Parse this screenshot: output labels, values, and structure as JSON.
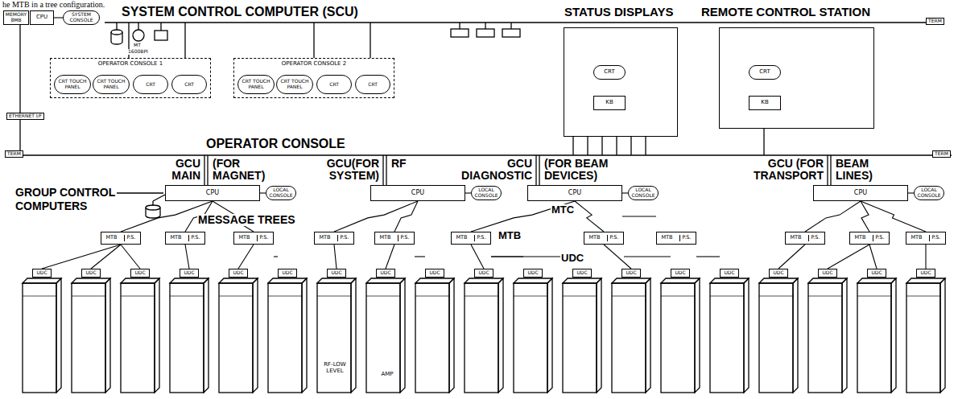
{
  "diagram": {
    "nodes": [
      {
        "text": [
          "MEMORY 8MB"
        ]
      },
      {
        "text": [
          "CPU"
        ]
      },
      {
        "text": [
          "SYSTEM CONSOLE"
        ]
      },
      {
        "text": [
          "OPERATOR CONSOLE 1"
        ]
      },
      {
        "text": [
          "CRT TOUCH PANEL"
        ],
        "in": 3
      },
      {
        "text": [
          "CRT TOUCH PANEL"
        ],
        "in": 3
      },
      {
        "text": [
          "CRT"
        ],
        "in": 3
      },
      {
        "text": [
          "CRT"
        ],
        "in": 3
      },
      {
        "text": [
          "OPERATOR CONSOLE 2"
        ]
      },
      {
        "text": [
          "CRT TOUCH PANEL"
        ],
        "in": 8
      },
      {
        "text": [
          "CRT TOUCH PANEL"
        ],
        "in": 8
      },
      {
        "text": [
          "CRT"
        ],
        "in": 8
      },
      {
        "text": [
          "CRT"
        ],
        "in": 8
      },
      {
        "text": [
          "STATUS DISPLAYS"
        ]
      },
      {
        "text": [
          "CRT"
        ],
        "in": 13
      },
      {
        "text": [
          "KB"
        ],
        "in": 13
      },
      {
        "text": [
          "REMOTE CONTROL STATION"
        ]
      },
      {
        "text": [
          "CRT"
        ],
        "in": 16
      },
      {
        "text": [
          "KB"
        ],
        "in": 16
      },
      {
        "text": [
          "CPU"
        ]
      },
      {
        "text": [
          "LOCAL CONSOLE"
        ]
      },
      {
        "text": [
          "CPU"
        ]
      },
      {
        "text": [
          "LOCAL CONSOLE"
        ]
      },
      {
        "text": [
          "CPU"
        ]
      },
      {
        "text": [
          "LOCAL CONSOLE"
        ]
      },
      {
        "text": [
          "CPU"
        ]
      },
      {
        "text": [
          "LOCAL CONSOLE"
        ]
      },
      {
        "text": [
          "MTB",
          "P.S."
        ]
      },
      {
        "text": [
          "MTB",
          "P.S."
        ]
      },
      {
        "text": [
          "MTB",
          "P.S."
        ]
      },
      {
        "text": [
          "MTB",
          "P.S."
        ]
      },
      {
        "text": [
          "MTB",
          "P.S."
        ]
      },
      {
        "text": [
          "MTB",
          "P.S."
        ]
      },
      {
        "text": [
          "MTB",
          "P.S."
        ]
      },
      {
        "text": [
          "MTB",
          "P.S."
        ]
      },
      {
        "text": [
          "MTB",
          "P.S."
        ]
      },
      {
        "text": [
          "MTB",
          "P.S."
        ]
      },
      {
        "text": [
          "MTB",
          "P.S."
        ]
      },
      {
        "text": [
          "UDC"
        ]
      },
      {
        "text": [
          "UDC"
        ]
      },
      {
        "text": [
          "UDC"
        ]
      },
      {
        "text": [
          "UDC"
        ]
      },
      {
        "text": [
          "UDC"
        ]
      },
      {
        "text": [
          "UDC"
        ]
      },
      {
        "text": [
          "UDC"
        ]
      },
      {
        "text": [
          "UDC"
        ]
      },
      {
        "text": [
          "UDC"
        ]
      },
      {
        "text": [
          "UDC"
        ]
      },
      {
        "text": [
          "UDC"
        ]
      },
      {
        "text": [
          "UDC"
        ]
      },
      {
        "text": [
          "UDC"
        ]
      },
      {
        "text": [
          "UDC"
        ]
      },
      {
        "text": [
          "UDC"
        ]
      },
      {
        "text": [
          "UDC"
        ]
      },
      {
        "text": [
          "UDC"
        ]
      },
      {
        "text": [
          "UDC"
        ]
      },
      {
        "text": [
          "UDC"
        ]
      }
    ],
    "edges": [
      {
        "from": 1,
        "to": 2,
        "arrow": "none"
      },
      {
        "from": 19,
        "to": 20,
        "arrow": "none"
      },
      {
        "from": 21,
        "to": 22,
        "arrow": "none"
      },
      {
        "from": 23,
        "to": 24,
        "arrow": "none"
      },
      {
        "from": 25,
        "to": 26,
        "arrow": "none"
      },
      {
        "from": 19,
        "to": 27,
        "arrow": "none"
      },
      {
        "from": 19,
        "to": 28,
        "arrow": "none"
      },
      {
        "from": 19,
        "to": 29,
        "arrow": "none"
      },
      {
        "from": 21,
        "to": 30,
        "arrow": "none"
      },
      {
        "from": 21,
        "to": 31,
        "arrow": "none"
      },
      {
        "from": 23,
        "to": 32,
        "arrow": "none"
      },
      {
        "from": 23,
        "to": 33,
        "arrow": "none"
      },
      {
        "from": 23,
        "to": 34,
        "arrow": "none"
      },
      {
        "from": 25,
        "to": 35,
        "arrow": "none"
      },
      {
        "from": 25,
        "to": 36,
        "arrow": "none"
      },
      {
        "from": 25,
        "to": 37,
        "arrow": "none"
      },
      {
        "from": 27,
        "to": 38,
        "arrow": "none"
      },
      {
        "from": 27,
        "to": 39,
        "arrow": "none"
      },
      {
        "from": 27,
        "to": 40,
        "arrow": "none"
      },
      {
        "from": 28,
        "to": 41,
        "arrow": "none"
      },
      {
        "from": 29,
        "to": 42,
        "arrow": "none"
      },
      {
        "from": 29,
        "to": 43,
        "arrow": "none"
      },
      {
        "from": 30,
        "to": 44,
        "arrow": "none"
      },
      {
        "from": 31,
        "to": 45,
        "arrow": "none"
      },
      {
        "from": 31,
        "to": 46,
        "arrow": "none"
      },
      {
        "from": 32,
        "to": 47,
        "arrow": "none"
      },
      {
        "from": 32,
        "to": 48,
        "arrow": "none"
      },
      {
        "from": 32,
        "to": 49,
        "arrow": "none"
      },
      {
        "from": 33,
        "to": 50,
        "arrow": "none"
      },
      {
        "from": 33,
        "to": 51,
        "arrow": "none"
      },
      {
        "from": 34,
        "to": 52,
        "arrow": "none"
      },
      {
        "from": 35,
        "to": 53,
        "arrow": "none"
      },
      {
        "from": 36,
        "to": 54,
        "arrow": "none"
      },
      {
        "from": 36,
        "to": 55,
        "arrow": "none"
      },
      {
        "from": 37,
        "to": 56,
        "arrow": "none"
      }
    ],
    "labels": [
      "he MTB in a tree configuration.",
      "SYSTEM CONTROL COMPUTER (SCU)",
      "TERM",
      "MT",
      "1600BPI",
      "ETHERNET I/F",
      "OPERATOR CONSOLE",
      "TERM",
      "TERM",
      "GCU",
      "(FOR",
      "MAIN",
      "MAGNET)",
      "GCU(FOR",
      "RF",
      "SYSTEM)",
      "GCU",
      "(FOR BEAM",
      "DIAGNOSTIC",
      "DEVICES)",
      "GCU (FOR",
      "BEAM",
      "TRANSPORT",
      "LINES)",
      "GROUP CONTROL",
      "COMPUTERS",
      "MESSAGE TREES",
      "MTC",
      "MTB",
      "UDC",
      "RF-LOW LEVEL",
      "AMP"
    ]
  }
}
